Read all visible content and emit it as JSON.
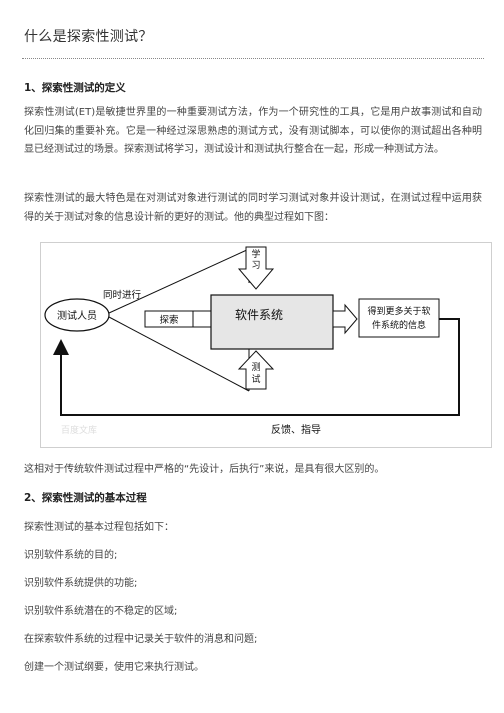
{
  "title": "什么是探索性测试？",
  "section1": {
    "heading": "1、探索性测试的定义",
    "para1": "探索性测试(ET)是敏捷世界里的一种重要测试方法，作为一个研究性的工具，它是用户故事测试和自动化回归集的重要补充。它是一种经过深思熟虑的测试方式，没有测试脚本，可以使你的测试超出各种明显已经测试过的场景。探索测试将学习，测试设计和测试执行整合在一起，形成一种测试方法。",
    "para2": "探索性测试的最大特色是在对测试对象进行测试的同时学习测试对象并设计测试，在测试过程中运用获得的关于测试对象的信息设计新的更好的测试。他的典型过程如下图："
  },
  "diagram": {
    "tester": "测试人员",
    "simultaneous": "同时进行",
    "explore": "探索",
    "system": "软件系统",
    "learn_top": "学",
    "learn_bottom": "习",
    "test_top": "测",
    "test_bottom": "试",
    "result_line1": "得到更多关于软",
    "result_line2": "件系统的信息",
    "feedback": "反馈、指导",
    "watermark": "百度文库"
  },
  "after_figure": "这相对于传统软件测试过程中严格的“先设计，后执行”来说，是具有很大区别的。",
  "section2": {
    "heading": "2、探索性测试的基本过程",
    "intro": "探索性测试的基本过程包括如下：",
    "items": [
      "识别软件系统的目的;",
      "识别软件系统提供的功能;",
      "识别软件系统潜在的不稳定的区域;",
      "在探索软件系统的过程中记录关于软件的消息和问题;",
      "创建一个测试纲要，使用它来执行测试。"
    ]
  }
}
